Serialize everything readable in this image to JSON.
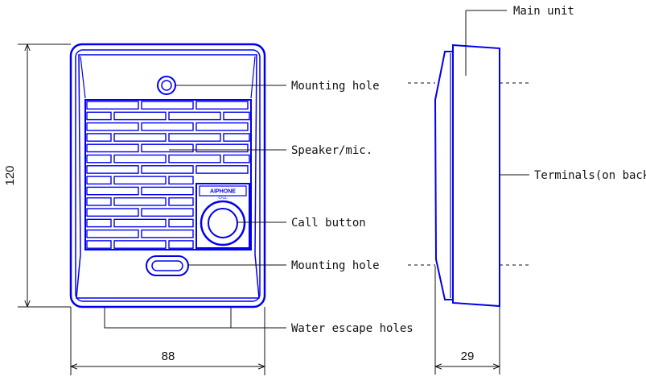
{
  "labels": {
    "main_unit": "Main unit",
    "mounting_hole_top": "Mounting hole",
    "speaker_mic": "Speaker/mic.",
    "call_button": "Call button",
    "mounting_hole_bottom": "Mounting hole",
    "terminals": "Terminals(on back)",
    "water_escape": "Water escape holes"
  },
  "dimensions": {
    "height": "120",
    "width": "88",
    "depth": "29"
  },
  "brand": {
    "logo_text": "AIPHONE",
    "button_text": "CALL"
  },
  "colors": {
    "outline": "#0000ee",
    "annotation": "#111111"
  }
}
